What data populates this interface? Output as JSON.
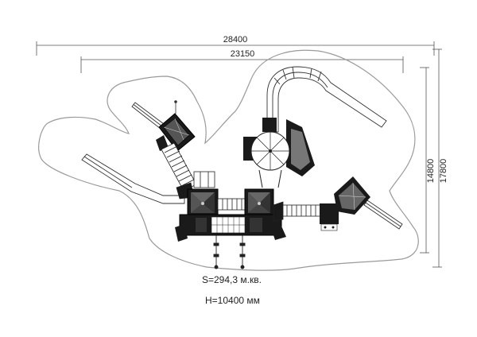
{
  "dimensions": {
    "overall_length": "28400",
    "inner_length": "23150",
    "depth_inner": "14800",
    "depth_outer": "17800"
  },
  "info": {
    "area": "S=294,3 м.кв.",
    "height": "H=10400 мм"
  },
  "colors": {
    "line": "#333333",
    "zone": "#9a9a9a",
    "structure_dark": "#1a1a1a",
    "roof_grey": "#777777"
  }
}
